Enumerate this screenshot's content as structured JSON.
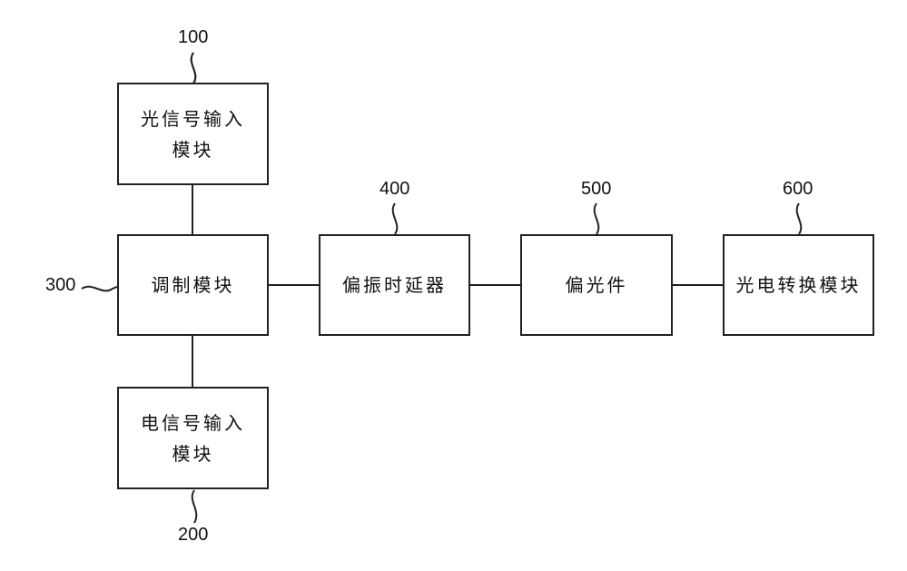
{
  "diagram": {
    "blocks": {
      "optical_input": {
        "ref": "100",
        "label": "光信号输入模块"
      },
      "modulation": {
        "ref": "300",
        "label": "调制模块"
      },
      "electrical_input": {
        "ref": "200",
        "label": "电信号输入模块"
      },
      "polarization_delay": {
        "ref": "400",
        "label": "偏振时延器"
      },
      "polarizer": {
        "ref": "500",
        "label": "偏光件"
      },
      "photoelectric": {
        "ref": "600",
        "label": "光电转换模块"
      }
    }
  }
}
